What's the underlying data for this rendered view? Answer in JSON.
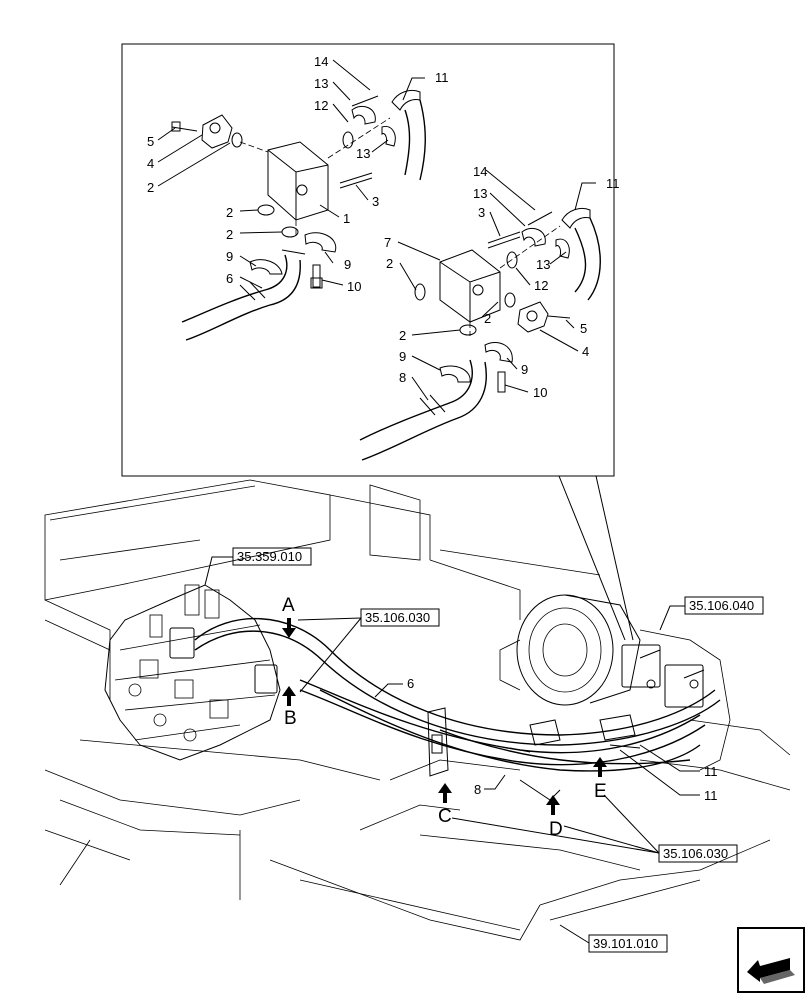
{
  "detail_callouts": {
    "n14a": "14",
    "n13a": "13",
    "n11a": "11",
    "n12a": "12",
    "n5a": "5",
    "n4a": "4",
    "n2a": "2",
    "n13b": "13",
    "n3a": "3",
    "n2b": "2",
    "n1": "1",
    "n2c": "2",
    "n9a": "9",
    "n9b": "9",
    "n6a": "6",
    "n10a": "10",
    "n14b": "14",
    "n11b": "11",
    "n13c": "13",
    "n3b": "3",
    "n7": "7",
    "n13d": "13",
    "n2d": "2",
    "n12b": "12",
    "n2e": "2",
    "n5b": "5",
    "n4b": "4",
    "n2f": "2",
    "n9c": "9",
    "n9d": "9",
    "n8a": "8",
    "n10b": "10"
  },
  "main_callouts": {
    "n6b": "6",
    "n8b": "8",
    "n11c": "11",
    "n11d": "11"
  },
  "view_letters": {
    "a": "A",
    "b": "B",
    "c": "C",
    "d": "D",
    "e": "E"
  },
  "references": {
    "r1": "35.359.010",
    "r2": "35.106.030",
    "r3": "35.106.040",
    "r4": "35.106.030",
    "r5": "39.101.010"
  },
  "nav_icon": "arrow-left-down-icon"
}
